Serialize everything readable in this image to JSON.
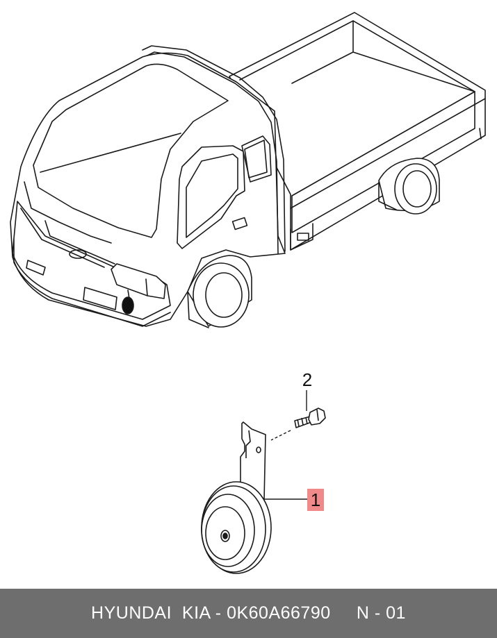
{
  "callouts": {
    "part_1": "1",
    "part_2": "2"
  },
  "colors": {
    "highlight": "#f08a8a",
    "footer_bg": "#6e6e6e",
    "footer_text": "#ffffff",
    "line": "#1a1a1a"
  },
  "footer": {
    "text": "HYUNDAI  KIA - 0K60A66790     N - 01"
  },
  "icons": [
    "truck-illustration",
    "horn-illustration",
    "bolt-illustration"
  ]
}
